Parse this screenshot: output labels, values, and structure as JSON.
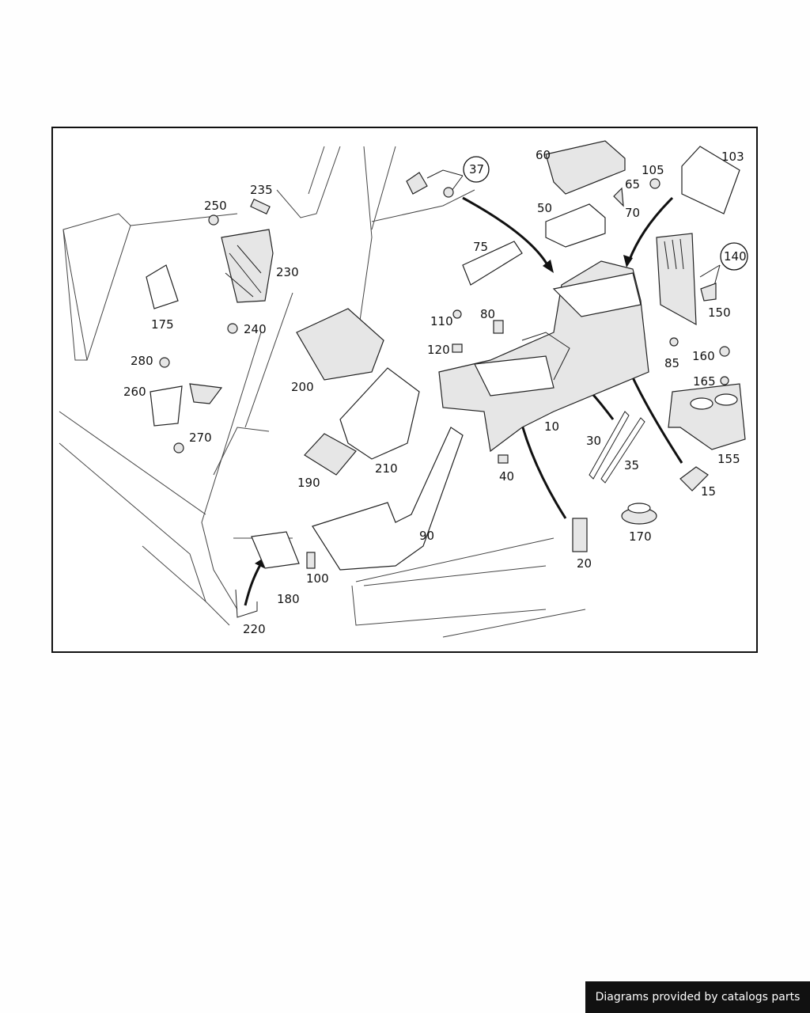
{
  "callouts": {
    "c10": "10",
    "c15": "15",
    "c20": "20",
    "c30": "30",
    "c35": "35",
    "c37": "37",
    "c40": "40",
    "c50": "50",
    "c60": "60",
    "c65": "65",
    "c70": "70",
    "c75": "75",
    "c80": "80",
    "c85": "85",
    "c90": "90",
    "c100": "100",
    "c103": "103",
    "c105": "105",
    "c110": "110",
    "c120": "120",
    "c140": "140",
    "c150": "150",
    "c155": "155",
    "c160": "160",
    "c165": "165",
    "c170": "170",
    "c175": "175",
    "c180": "180",
    "c190": "190",
    "c200": "200",
    "c210": "210",
    "c220": "220",
    "c230": "230",
    "c235": "235",
    "c240": "240",
    "c250": "250",
    "c260": "260",
    "c270": "270",
    "c280": "280"
  },
  "credit": "Diagrams provided by catalogs parts",
  "colors": {
    "line": "#111111",
    "background": "#fefefe",
    "credit_bg": "#111111",
    "credit_text": "#ffffff"
  }
}
